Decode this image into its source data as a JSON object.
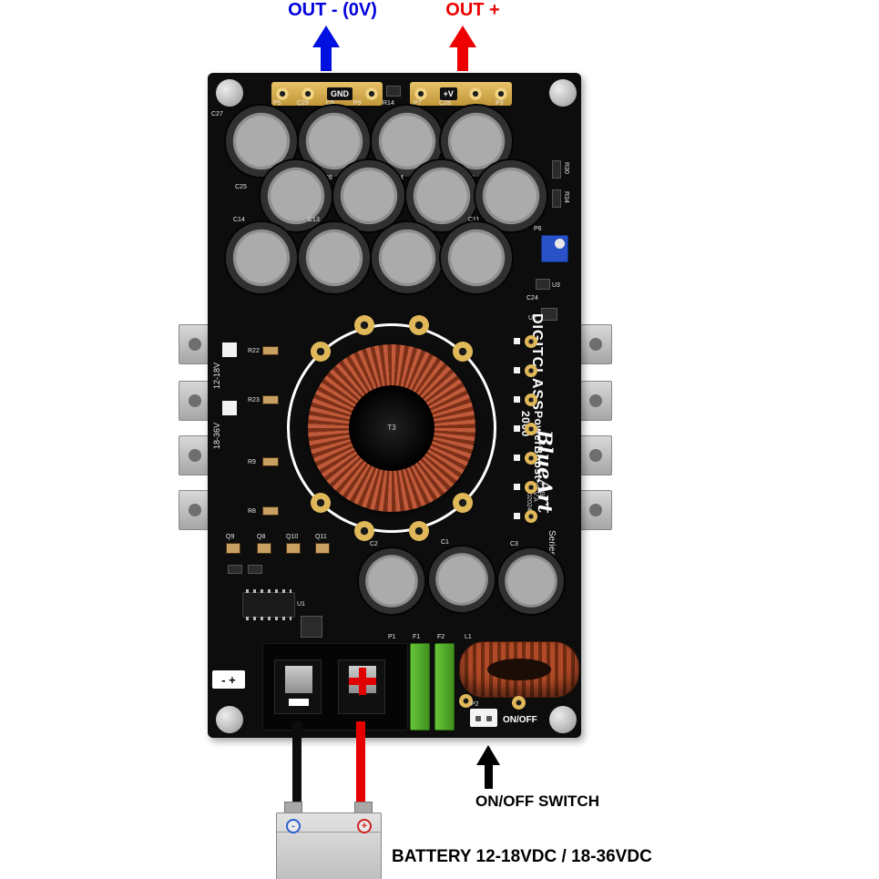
{
  "annotations": {
    "out_neg": "OUT - (0V)",
    "out_pos": "OUT +",
    "onoff_switch": "ON/OFF SWITCH",
    "battery": "BATTERY 12-18VDC / 18-36VDC"
  },
  "board": {
    "brand": "DIGITCLASS",
    "model": "PowerBoost-2000",
    "revision": "PCB REV:A 01102024",
    "series_script": "BlueArt",
    "series_word": "Series",
    "gnd": "GND",
    "plus_v": "+V",
    "volt_range_top": "12-18V",
    "volt_range_bottom": "18-36V",
    "onoff_port": "ON/OFF",
    "minus_symbol": "-",
    "plus_symbol": "+",
    "minus_plus": "- +"
  },
  "refs": {
    "p5": "P5",
    "p9": "P9",
    "p7": "P7",
    "p3": "P3",
    "r14": "R14",
    "c29": "C29",
    "c6": "C6",
    "c28": "C28",
    "c27": "C27",
    "c25": "C25",
    "c26": "C26",
    "c4": "C4",
    "c5": "C5",
    "c14": "C14",
    "c13": "C13",
    "c11": "C11",
    "r30": "R30",
    "r34": "R34",
    "p6": "P6",
    "u3": "U3",
    "c24": "C24",
    "u2": "U2",
    "r22": "R22",
    "r23": "R23",
    "r9": "R9",
    "r8": "R8",
    "t3": "T3",
    "q9": "Q9",
    "q8": "Q8",
    "q10": "Q10",
    "q11": "Q11",
    "u1": "U1",
    "c2": "C2",
    "c1": "C1",
    "c3": "C3",
    "p1": "P1",
    "f1": "F1",
    "f2": "F2",
    "l1": "L1",
    "p2": "P2"
  },
  "colors": {
    "arrow_blue": "#0010e0",
    "arrow_red": "#ee0000",
    "pcb_black": "#0d0d0e",
    "toroid_copper": "#b04a28",
    "fuse_green": "#58b52e",
    "pad_gold": "#e0b859"
  }
}
